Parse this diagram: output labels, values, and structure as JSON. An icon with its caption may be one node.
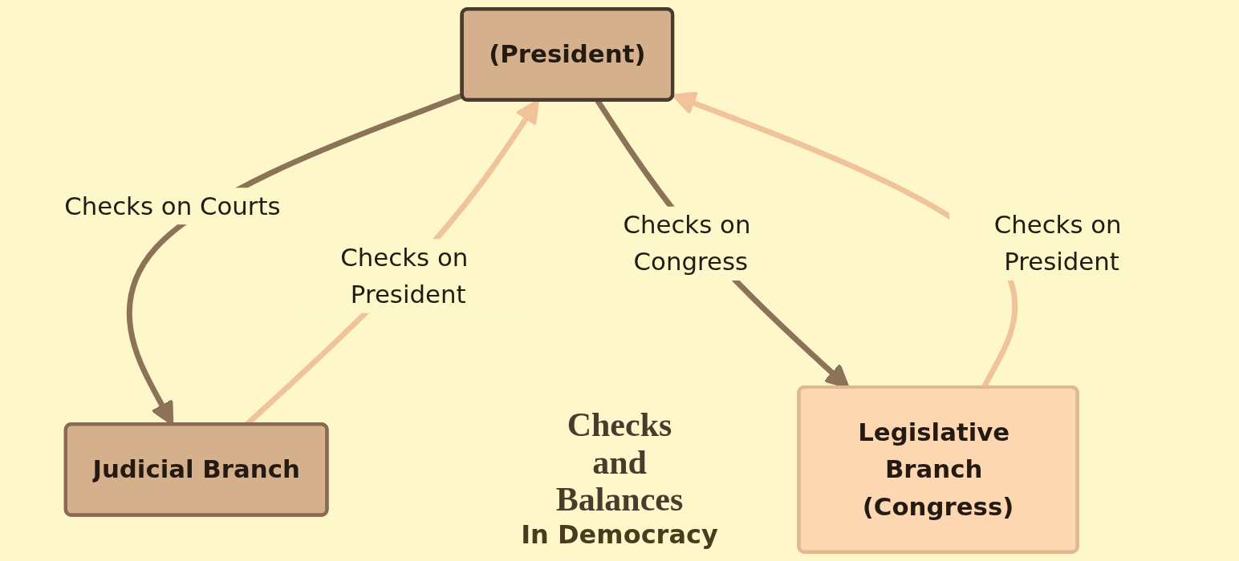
{
  "diagram": {
    "title": "Checks and Balances",
    "nodes": [
      {
        "text": [
          "(President)"
        ]
      },
      {
        "text": [
          "Judicial Branch"
        ]
      },
      {
        "text": [
          "Legislative Branch (Congress)"
        ]
      }
    ],
    "edges": [
      {
        "from": 0,
        "to": 1,
        "arrow": "to",
        "label": "Checks on Courts"
      },
      {
        "from": 1,
        "to": 0,
        "arrow": "to",
        "label": "Checks on President",
        "color": "#f0c39a"
      },
      {
        "from": 0,
        "to": 2,
        "arrow": "to",
        "label": "Checks on Congress"
      },
      {
        "from": 2,
        "to": 0,
        "arrow": "to",
        "label": "Checks on President",
        "color": "#f0c39a"
      }
    ],
    "labels": [
      "In Democracy"
    ]
  }
}
